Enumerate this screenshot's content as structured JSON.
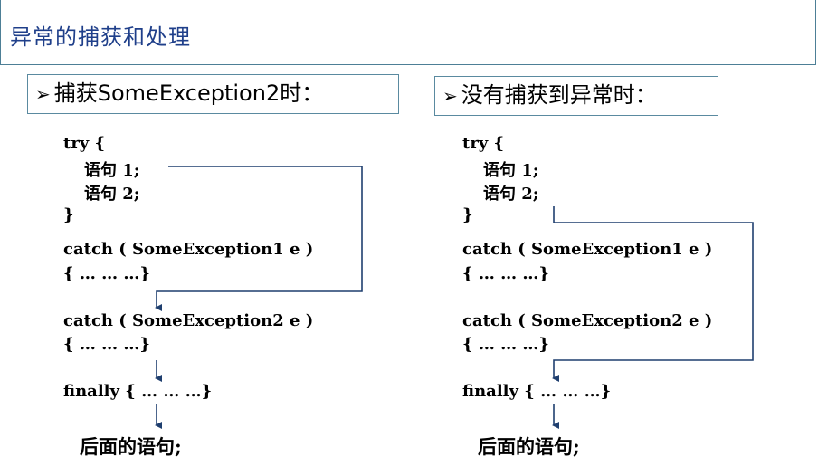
{
  "title": "异常的捕获和处理",
  "left": {
    "heading": "捕获SomeException2时：",
    "code": {
      "try_open": "try {",
      "stmt1": "语句 1;",
      "stmt2": "语句 2;",
      "close": "}",
      "catch1": "catch ( SomeException1 e )",
      "catch1_body": "{ … … …}",
      "catch2": "catch ( SomeException2 e )",
      "catch2_body": "{ … … …}",
      "finally": "finally { … … …}",
      "after": "后面的语句;"
    }
  },
  "right": {
    "heading": "没有捕获到异常时：",
    "code": {
      "try_open": "try {",
      "stmt1": "语句 1;",
      "stmt2": "语句 2;",
      "close": "}",
      "catch1": "catch ( SomeException1 e )",
      "catch1_body": "{ … … …}",
      "catch2": "catch ( SomeException2 e )",
      "catch2_body": "{ … … …}",
      "finally": "finally { … … …}",
      "after": "后面的语句;"
    }
  },
  "bullet_glyph": "➢",
  "colors": {
    "title": "#1f3f8a",
    "border": "#5a8aa0",
    "arrow": "#1f3f6f"
  }
}
